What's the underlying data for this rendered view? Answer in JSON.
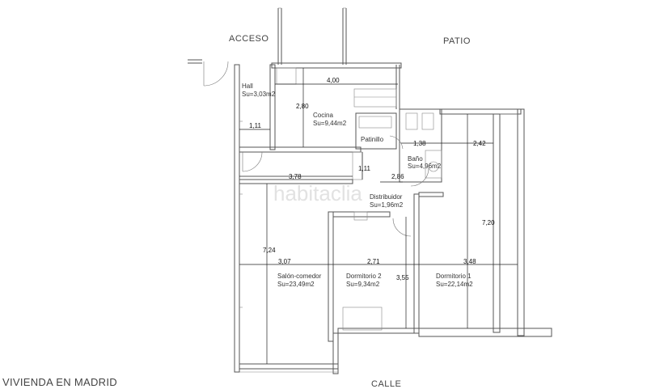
{
  "labels": {
    "acceso": "ACCESO",
    "patio": "PATIO",
    "calle": "CALLE",
    "title": "VIVIENDA EN MADRID",
    "watermark": "habitaclia"
  },
  "rooms": [
    {
      "name": "Hall",
      "area": "Su=3,03m2"
    },
    {
      "name": "Cocina",
      "area": "Su=9,44m2"
    },
    {
      "name": "Patinillo",
      "area": ""
    },
    {
      "name": "Baño",
      "area": "Su=4,96m2"
    },
    {
      "name": "Distribuidor",
      "area": "Su=1,96m2"
    },
    {
      "name": "Salón-comedor",
      "area": "Su=23,49m2"
    },
    {
      "name": "Dormitorio 2",
      "area": "Su=9,34m2"
    },
    {
      "name": "Dormitorio 1",
      "area": "Su=22,14m2"
    }
  ],
  "dimensions": [
    "4,00",
    "2,80",
    "1,11",
    "1,38",
    "2,42",
    "3,78",
    "1,11",
    "2,86",
    "7,20",
    "7,24",
    "3,07",
    "2,71",
    "3,48",
    "3,55"
  ],
  "colors": {
    "wall": "#555555",
    "text": "#333333",
    "watermark": "#e2e2e2"
  }
}
